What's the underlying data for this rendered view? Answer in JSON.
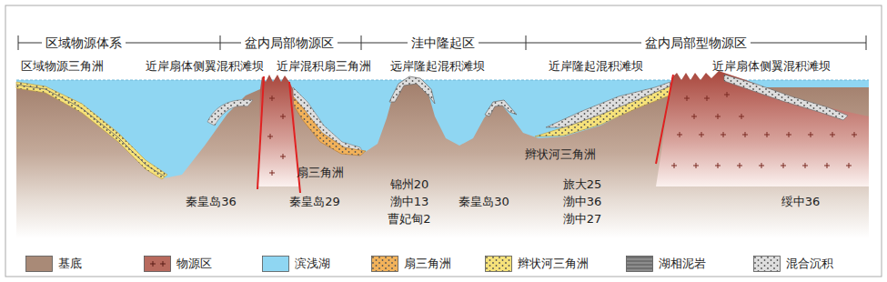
{
  "diagram": {
    "labels": [
      "区域物源体系",
      "盆内局部物源区",
      "洼中隆起区",
      "盆内局部型物源区",
      "区域物源三角洲",
      "近岸扇体侧翼混积滩坝",
      "近岸混积扇三角洲",
      "远岸隆起混积滩坝",
      "近岸隆起混积滩坝",
      "近岸扇体侧翼混积滩坝",
      "扇三角洲",
      "辫状河三角洲",
      "秦皇岛36",
      "秦皇岛29",
      "锦州20",
      "渤中13",
      "曹妃甸2",
      "秦皇岛30",
      "旅大25",
      "渤中36",
      "渤中27",
      "绥中36"
    ],
    "legend": [
      {
        "text": "基底",
        "color": "#a98a77"
      },
      {
        "text": "物源区",
        "color": "#b86a5e"
      },
      {
        "text": "滨浅湖",
        "color": "#8fd6f2"
      },
      {
        "text": "扇三角洲",
        "color": "#f2b25a"
      },
      {
        "text": "辫状河三角洲",
        "color": "#f6e27a"
      },
      {
        "text": "湖相泥岩",
        "color": "#8c8c8c"
      },
      {
        "text": "混合沉积",
        "color": "#dedede"
      }
    ]
  }
}
